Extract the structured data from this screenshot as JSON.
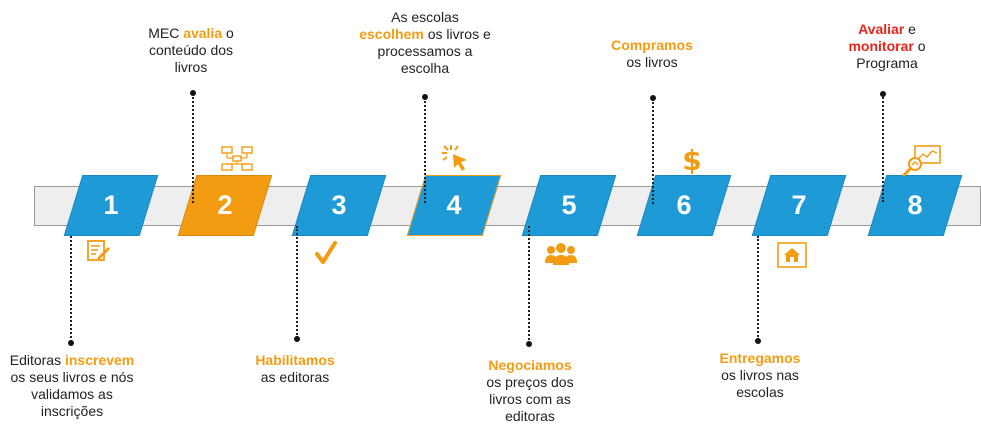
{
  "colors": {
    "blue": "#1e9ad6",
    "orange": "#f39c12",
    "red": "#e8261c",
    "bar": "#eeeeee"
  },
  "steps": [
    {
      "num": "1",
      "icon": "edit-document-icon"
    },
    {
      "num": "2",
      "icon": "flowchart-icon"
    },
    {
      "num": "3",
      "icon": "checkmark-icon"
    },
    {
      "num": "4",
      "icon": "cursor-click-icon"
    },
    {
      "num": "5",
      "icon": "people-group-icon"
    },
    {
      "num": "6",
      "icon": "dollar-sign-icon"
    },
    {
      "num": "7",
      "icon": "home-icon"
    },
    {
      "num": "8",
      "icon": "chart-monitor-icon"
    }
  ],
  "labels": {
    "s1": {
      "l1a": "Editoras ",
      "l1b": "inscrevem",
      "l2": "os seus livros e nós",
      "l3": "validamos as",
      "l4": "inscrições"
    },
    "s2": {
      "l1a": "MEC ",
      "l1b": "avalia",
      "l1c": " o",
      "l2": "conteúdo dos",
      "l3": "livros"
    },
    "s3": {
      "l1": "Habilitamos",
      "l2": "as editoras"
    },
    "s4": {
      "l1": "As escolas",
      "l2a": "escolhem",
      "l2b": " os livros e",
      "l3": "processamos a",
      "l4": "escolha"
    },
    "s5": {
      "l1": "Negociamos",
      "l2": "os preços dos",
      "l3": "livros com as",
      "l4": "editoras"
    },
    "s6": {
      "l1": "Compramos",
      "l2": "os livros"
    },
    "s7": {
      "l1": "Entregamos",
      "l2": "os livros nas",
      "l3": "escolas"
    },
    "s8": {
      "l1a": "Avaliar",
      "l1b": " e",
      "l2a": "monitorar",
      "l2b": " o",
      "l3": "Programa"
    }
  }
}
